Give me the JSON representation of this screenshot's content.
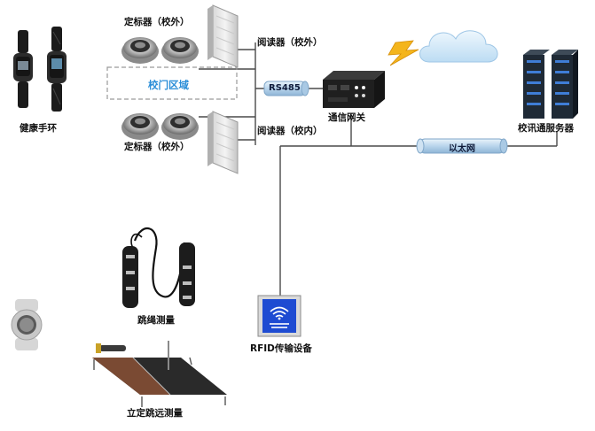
{
  "title": "",
  "labels": {
    "wristband": "健康手环",
    "locator_top": "定标器（校外）",
    "locator_bottom": "定标器（校外）",
    "gate_area": "校门区域",
    "reader_outside": "阅读器（校外）",
    "reader_inside": "阅读器（校内）",
    "rs485": "RS485",
    "gateway": "通信网关",
    "ethernet": "以太网",
    "server": "校讯通服务器",
    "jump_rope": "跳绳测量",
    "rfid_device": "RFID传输设备",
    "long_jump": "立定跳远测量"
  },
  "colors": {
    "line": "#4a4a4a",
    "pipe": "#c5dcef",
    "pipe_edge": "#7fa6c8",
    "gate_text": "#2b8ed8",
    "gate_border": "#9a9a9a",
    "cloud": "#d4e9f8",
    "bolt": "#f4b51c",
    "server": "#1f2a36",
    "rfid_blue": "#1e4bd2"
  },
  "icons": [
    "wristband-icon",
    "watch-icon",
    "locator-icon",
    "reader-panel-icon",
    "gateway-device-icon",
    "lightning-icon",
    "cloud-icon",
    "server-rack-icon",
    "jump-rope-icon",
    "rfid-terminal-icon",
    "wifi-icon",
    "long-jump-mat-icon"
  ]
}
